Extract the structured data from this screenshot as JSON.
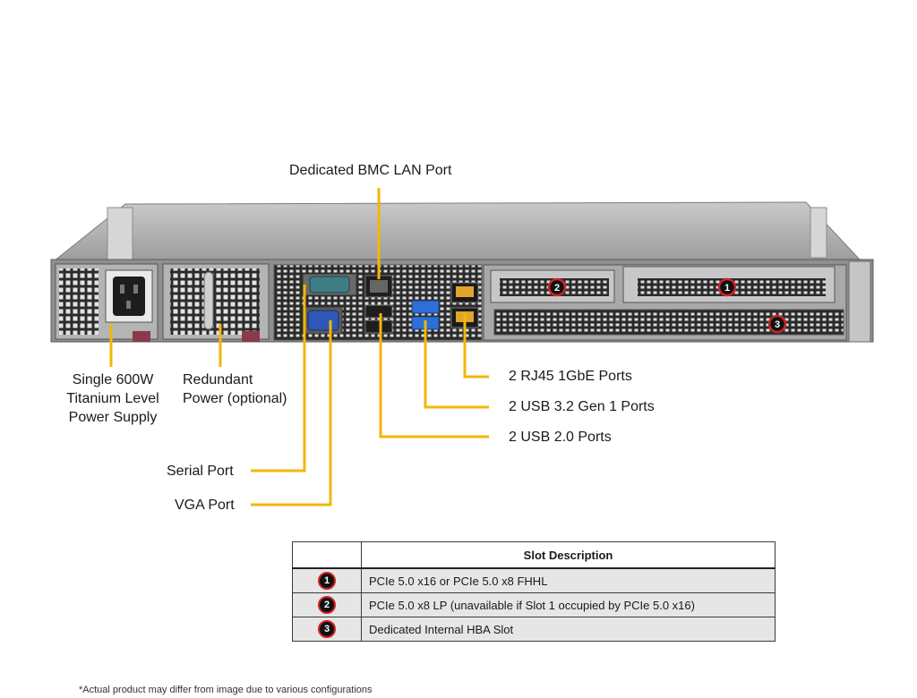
{
  "callouts": {
    "bmc_lan": "Dedicated BMC LAN Port",
    "psu_line1": "Single 600W",
    "psu_line2": "Titanium Level",
    "psu_line3": "Power Supply",
    "redundant_line1": "Redundant",
    "redundant_line2": "Power (optional)",
    "rj45": "2 RJ45 1GbE Ports",
    "usb32": "2 USB 3.2 Gen 1 Ports",
    "usb20": "2 USB 2.0 Ports",
    "serial": "Serial Port",
    "vga": "VGA Port"
  },
  "markers": [
    "1",
    "2",
    "3"
  ],
  "slot_table": {
    "header": "Slot Description",
    "rows": [
      {
        "slot": "1",
        "description": "PCIe 5.0 x16 or PCIe 5.0 x8 FHHL"
      },
      {
        "slot": "2",
        "description": "PCIe 5.0 x8 LP (unavailable  if Slot 1 occupied by PCIe 5.0 x16)"
      },
      {
        "slot": "3",
        "description": "Dedicated Internal HBA Slot"
      }
    ]
  },
  "disclaimer": "*Actual product may differ from image due to various configurations",
  "colors": {
    "leader": "#f2b705",
    "marker_ring": "#d0232a",
    "chassis": "#9a9a9a",
    "usb3": "#2d6fd6"
  }
}
